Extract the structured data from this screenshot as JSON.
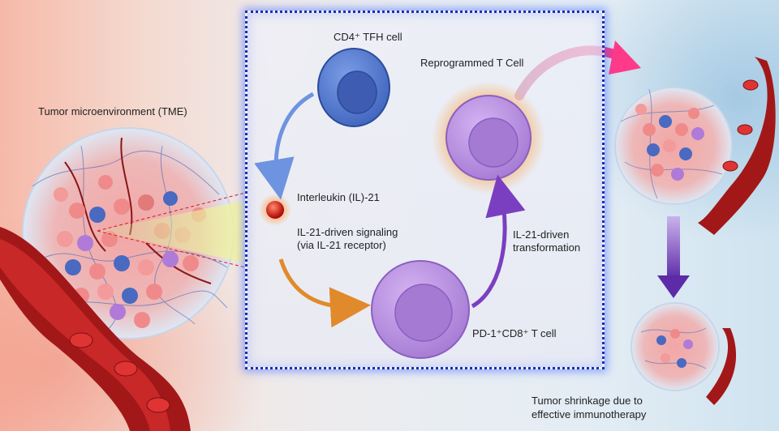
{
  "labels": {
    "tme": "Tumor microenvironment (TME)",
    "cd4": "CD4⁺ TFH cell",
    "reprogrammed": "Reprogrammed T Cell",
    "il21": "Interleukin (IL)-21",
    "signaling_line1": "IL-21-driven signaling",
    "signaling_line2": "(via IL-21 receptor)",
    "transformation_line1": "IL-21-driven",
    "transformation_line2": "transformation",
    "pd1": "PD-1⁺CD8⁺  T cell",
    "shrink_line1": "Tumor shrinkage due to",
    "shrink_line2": "effective immunotherapy"
  },
  "colors": {
    "tfh_cell": "#4f78d0",
    "cd8_cell": "#b488de",
    "reprogrammed_glow": "#f2a24a",
    "il21_dot": "#d01010",
    "blue_arrow": "#6e93e0",
    "orange_arrow": "#e08a2c",
    "purple_arrow": "#7a3fc0",
    "magenta_arrow": "#d0206a",
    "panel_border": "#1a2fb0",
    "vessel": "#9a1a1a"
  }
}
